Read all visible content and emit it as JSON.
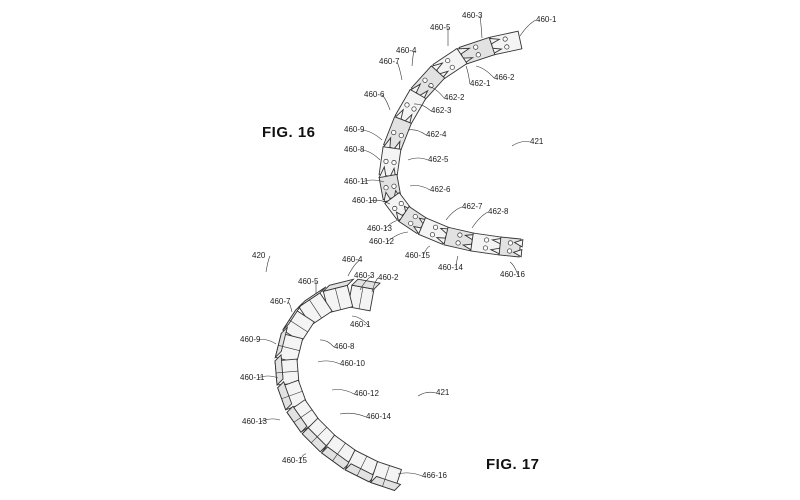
{
  "fig16": {
    "title": "FIG. 16",
    "labels": [
      "460-1",
      "460-3",
      "460-5",
      "460-4",
      "460-7",
      "460-6",
      "460-9",
      "460-8",
      "460-11",
      "460-10",
      "460-13",
      "460-12",
      "460-15",
      "460-14",
      "460-16",
      "462-1",
      "462-2",
      "462-3",
      "462-4",
      "462-5",
      "462-6",
      "462-7",
      "462-8",
      "466-2",
      "421"
    ]
  },
  "fig17": {
    "title": "FIG. 17",
    "labels": [
      "420",
      "460-4",
      "460-5",
      "460-3",
      "460-2",
      "460-7",
      "460-1",
      "460-9",
      "460-8",
      "460-10",
      "460-11",
      "460-12",
      "460-13",
      "460-14",
      "460-15",
      "466-16",
      "421"
    ]
  }
}
